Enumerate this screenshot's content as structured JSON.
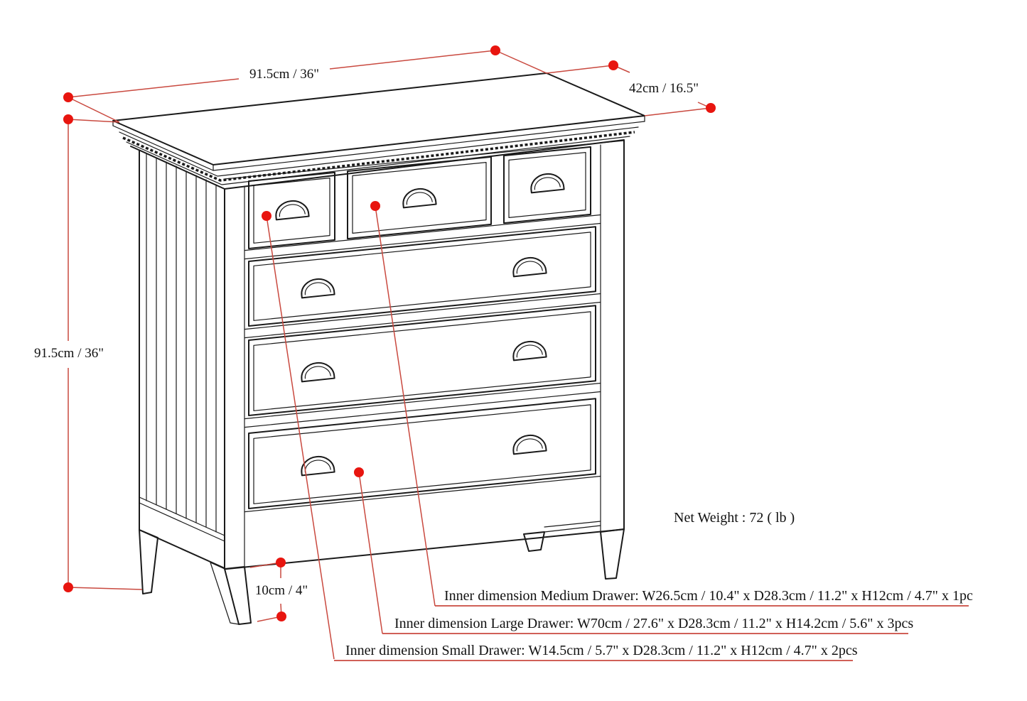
{
  "diagram": {
    "dimensions": {
      "top_width": "91.5cm / 36\"",
      "top_depth": "42cm / 16.5\"",
      "height": "91.5cm / 36\"",
      "leg_height": "10cm / 4\""
    },
    "net_weight": "Net Weight : 72 ( lb )",
    "inner_dimensions": {
      "medium": "Inner dimension Medium Drawer: W26.5cm / 10.4\" x D28.3cm / 11.2\" x H12cm / 4.7\" x 1pc",
      "large": "Inner dimension Large Drawer: W70cm / 27.6\" x D28.3cm / 11.2\" x H14.2cm / 5.6\" x 3pcs",
      "small": "Inner dimension Small Drawer: W14.5cm / 5.7\" x D28.3cm / 11.2\" x H12cm / 4.7\" x 2pcs"
    },
    "colors": {
      "ink": "#1a1a1a",
      "line_red": "#c9493f",
      "dot_red": "#e8150f",
      "background": "#ffffff"
    }
  }
}
